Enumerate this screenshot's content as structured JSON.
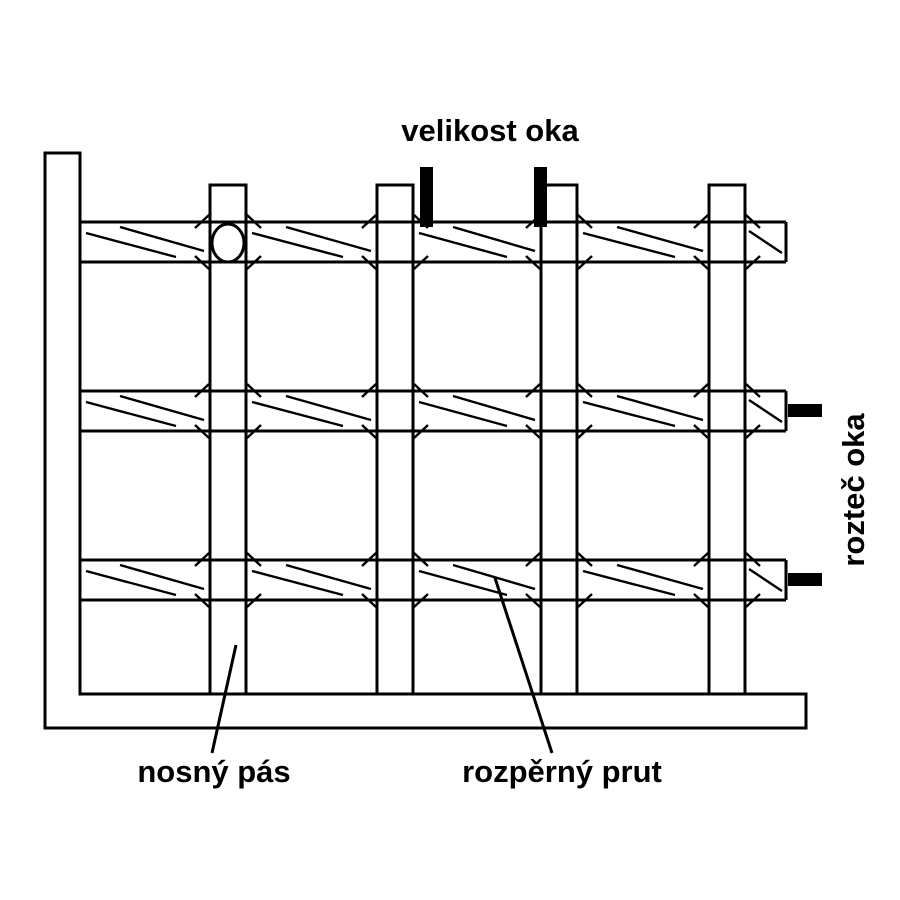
{
  "diagram": {
    "labels": {
      "mesh_size": "velikost oka",
      "mesh_pitch": "rozteč oka",
      "bearing_bar": "nosný pás",
      "cross_bar": "rozpěrný prut"
    },
    "colors": {
      "line": "#000000",
      "background": "#ffffff"
    },
    "structure": {
      "bearing_bar_count": 4,
      "cross_bar_row_count": 3,
      "frame": "L-shaped frame along left and bottom edges"
    }
  }
}
